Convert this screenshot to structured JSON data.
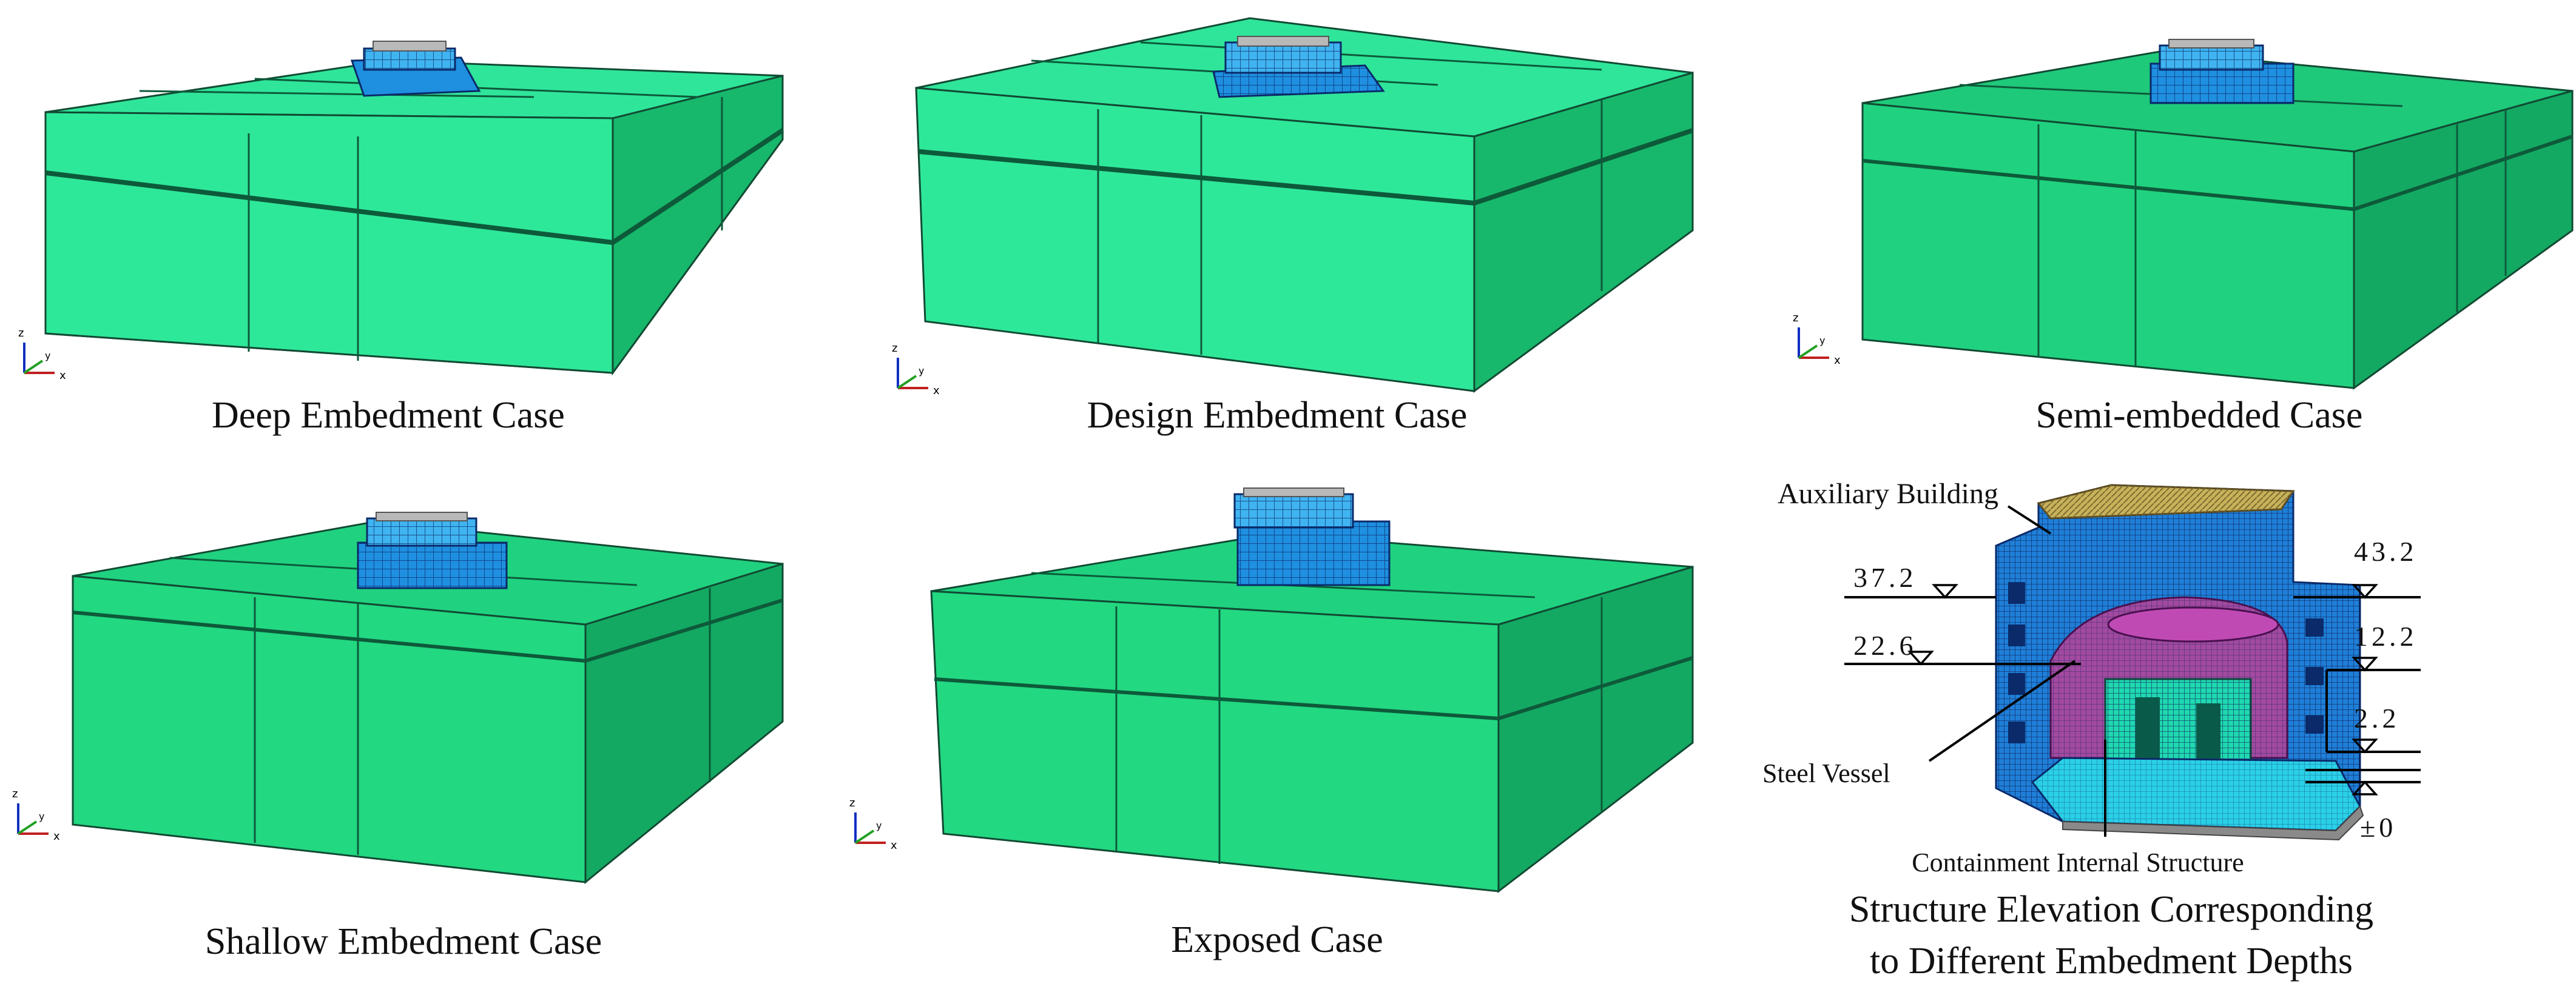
{
  "panels": [
    {
      "id": "deep",
      "caption": "Deep Embedment Case"
    },
    {
      "id": "design",
      "caption": "Design Embedment Case"
    },
    {
      "id": "semi",
      "caption": "Semi-embedded Case"
    },
    {
      "id": "shallow",
      "caption": "Shallow Embedment Case"
    },
    {
      "id": "exposed",
      "caption": "Exposed Case"
    }
  ],
  "axis_triad": {
    "z": "z",
    "y": "y",
    "x": "x"
  },
  "structure": {
    "caption_line1": "Structure Elevation Corresponding",
    "caption_line2": "to Different Embedment Depths",
    "labels": {
      "auxiliary": "Auxiliary Building",
      "steel": "Steel Vessel",
      "containment": "Containment Internal Structure"
    },
    "elevations": {
      "e372": "37.2",
      "e226": "22.6",
      "e432": "43.2",
      "e122": "12.2",
      "e22": "2.2",
      "e0": "±0"
    }
  },
  "colors": {
    "soil_front": "#2ee89a",
    "soil_side": "#17b86b",
    "soil_top": "#23d888",
    "building": "#1f8fe0",
    "vessel": "#b43aa6",
    "internal": "#20d8b0"
  }
}
